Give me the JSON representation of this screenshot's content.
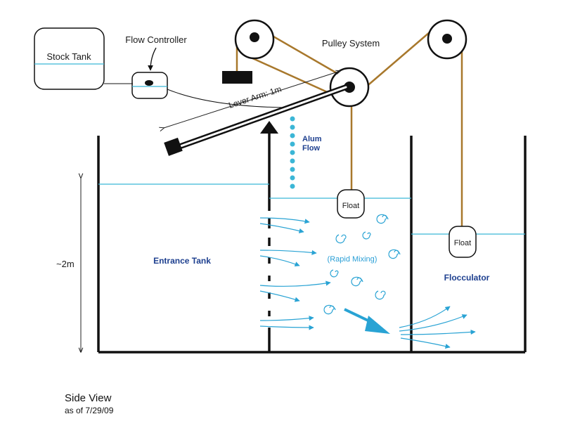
{
  "labels": {
    "stock_tank": "Stock Tank",
    "flow_controller": "Flow Controller",
    "pulley_system": "Pulley System",
    "lever_arm": "Lever Arm: 1m",
    "alum_flow_line1": "Alum",
    "alum_flow_line2": "Flow",
    "float_left": "Float",
    "float_right": "Float",
    "height": "~2m",
    "entrance_tank": "Entrance Tank",
    "rapid_mixing": "(Rapid Mixing)",
    "flocculator": "Flocculator"
  },
  "caption": {
    "title": "Side View",
    "date": "as of 7/29/09"
  },
  "colors": {
    "water": "#3bb6d6",
    "arrow": "#29a3d4",
    "cord": "#a8782c",
    "structure": "#111111",
    "label_blue": "#1d3f8f"
  }
}
